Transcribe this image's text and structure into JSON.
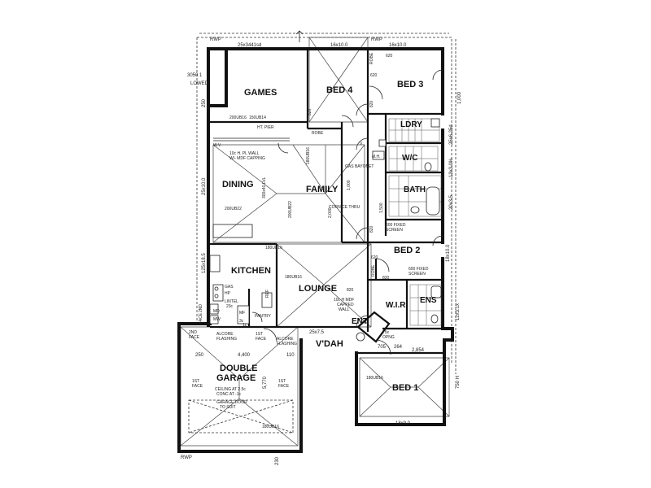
{
  "rooms": {
    "games": "GAMES",
    "bed4": "BED 4",
    "bed3": "BED 3",
    "dining": "DINING",
    "family": "FAMILY",
    "kitchen": "KITCHEN",
    "lounge": "LOUNGE",
    "bed2": "BED 2",
    "bed1": "BED 1",
    "ldry": "LDRY",
    "bath": "BATH",
    "wc": "W/C",
    "wir": "W.I.R.",
    "ens": "ENS",
    "ent": "ENT",
    "vdah": "V'DAH",
    "garage1": "DOUBLE",
    "garage2": "GARAGE",
    "pantry": "PANTRY",
    "robe1": "ROBE",
    "robe2": "ROBE",
    "robe3": "ROBE",
    "mh": "M.H."
  },
  "dims": {
    "top_games": "25x3441sd",
    "top_bed4": "16x10.0",
    "top_bed3": "16x10.0",
    "rwp_top_left": "RWP",
    "rwp_top_right": "RWP",
    "rwp_bottom": "RWP",
    "right_1000": "1,000",
    "right_a": "25x6.25d",
    "right_b": "13x3.0%",
    "right_c": "20x3.5",
    "right_d": "18x10.0",
    "right_e": "12x3.1x",
    "left_a": "25x10.0",
    "left_b": "125x18.5",
    "left_c": "250",
    "d620a": "620",
    "d620b": "620",
    "d620c": "620",
    "d820a": "820",
    "d820b": "820",
    "d820c": "820",
    "d820d": "820",
    "d820e": "820",
    "g250": "250",
    "g4400": "4,400",
    "g110": "110",
    "g5770": "5,770",
    "g230": "230",
    "b705": "705",
    "b264": "264",
    "b2854": "2,854",
    "b18x9": "18x9.0",
    "v25x75": "25x7.5",
    "d1000": "1,000",
    "d1500": "1,500",
    "d2000": "2,000",
    "beam1": "180UB16",
    "beam2": "180UB16",
    "beam3": "180UB16",
    "beam4": "180UB16",
    "beam5": "180UB16",
    "d3050": "3050 1",
    "dlowed": "LOWED",
    "d200": "200UB16",
    "d200b": "200UB22",
    "d200c": "200UB22",
    "d150": "150UB14",
    "right_f": "750 H"
  },
  "notes": {
    "n1": "10c H. PL WALL",
    "n2": "W/- MDF CAPPING",
    "n3": "W.V.",
    "n4": "300x40 LVL",
    "n5": "GAS BAYONET",
    "n6": "CORNICE THRU",
    "n7": "600 FIXED",
    "n8": "SCREEN",
    "n9": "600 FIXED",
    "n10": "SCREEN",
    "n11": "10c H MDF",
    "n12": "CAPPED",
    "n13": "WALL",
    "n14": "GAS",
    "n15": "HP",
    "n16": "LINTEL",
    "n17": "23c",
    "n18": "MD",
    "n19": "MW",
    "n20": "REF",
    "n21": "MF",
    "n22": "3c",
    "n23": "1c",
    "n24": "2ND",
    "n25": "FACE",
    "n26": "ALCORE",
    "n27": "FLASHING",
    "n28": "1ST",
    "n29": "FACE",
    "n30": "ALCORE",
    "n31": "FLASHING",
    "n32": "1ST",
    "n33": "FACE",
    "n34": "1ST",
    "n35": "FACE",
    "n36": "CEILING AT 2.5c",
    "n37": "CONC AT -1c",
    "n38": "GARAGE DOOR",
    "n39": "TO SUIT",
    "n40": "75x",
    "n41": "OPNG",
    "n42": "HT. PIER",
    "n43": "2ND",
    "n44": "FACE",
    "n45": "V"
  }
}
